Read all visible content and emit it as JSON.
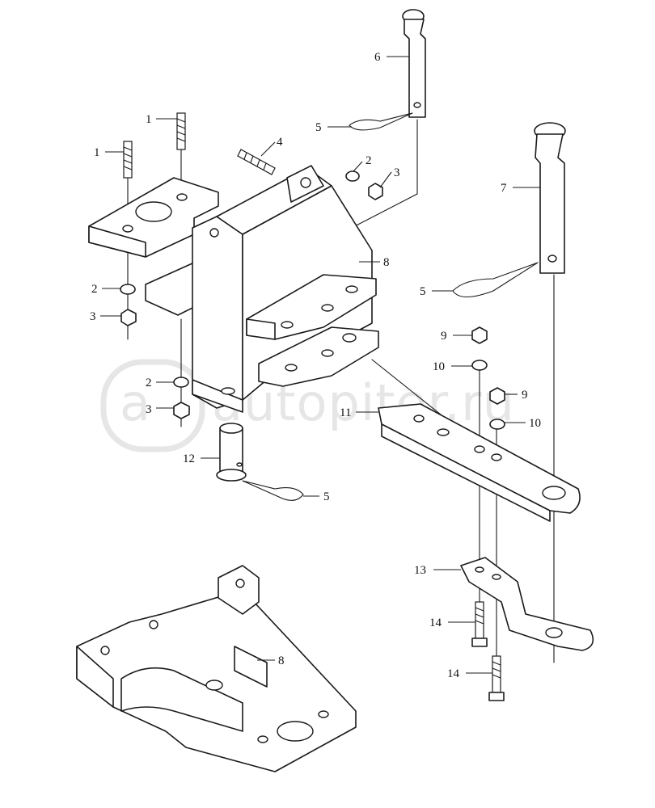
{
  "watermark": {
    "text": "autopiter.ru",
    "color": "#e6e6e6"
  },
  "colors": {
    "line": "#1a1a1a",
    "background": "#ffffff"
  },
  "callouts": {
    "c1a": "1",
    "c1b": "1",
    "c2a": "2",
    "c2b": "2",
    "c2c": "2",
    "c3a": "3",
    "c3b": "3",
    "c3c": "3",
    "c4": "4",
    "c5a": "5",
    "c5b": "5",
    "c5c": "5",
    "c6": "6",
    "c7": "7",
    "c8a": "8",
    "c8b": "8",
    "c9a": "9",
    "c9b": "9",
    "c10a": "10",
    "c10b": "10",
    "c11": "11",
    "c12": "12",
    "c13": "13",
    "c14a": "14",
    "c14b": "14"
  }
}
